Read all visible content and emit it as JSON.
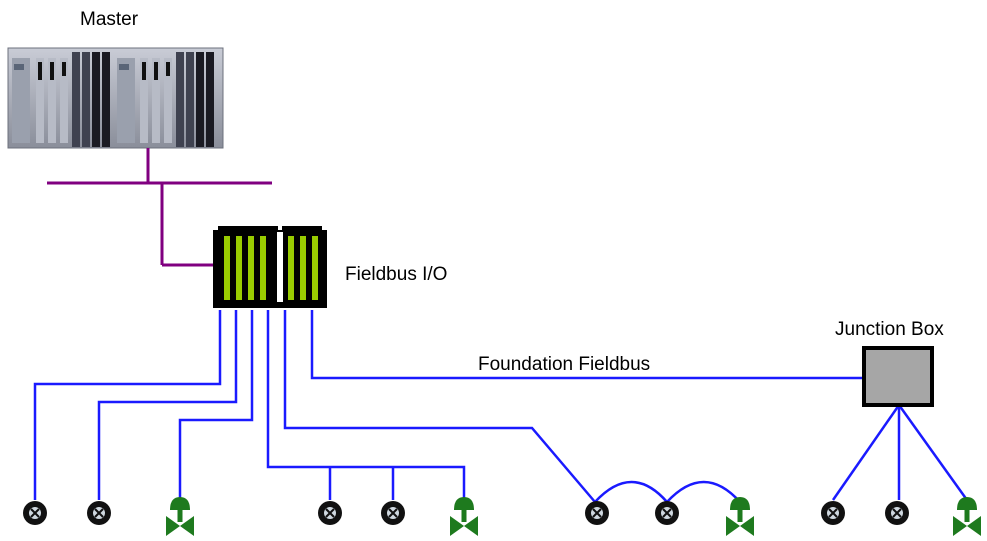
{
  "labels": {
    "master": "Master",
    "fieldbus_io": "Fieldbus I/O",
    "junction_box": "Junction Box",
    "foundation_fieldbus": "Foundation Fieldbus"
  },
  "colors": {
    "wire": "#1a1aff",
    "control_bus": "#800080",
    "valve": "#1e7a1e",
    "io_module": "#99cc00",
    "junction_box_fill": "#a6a6a6"
  },
  "icons": {
    "master": "plc-rack-icon",
    "fieldbus_io": "io-module-rack-icon",
    "junction_box": "junction-box-icon",
    "sensor": "sensor-instrument-icon",
    "valve": "control-valve-icon"
  }
}
